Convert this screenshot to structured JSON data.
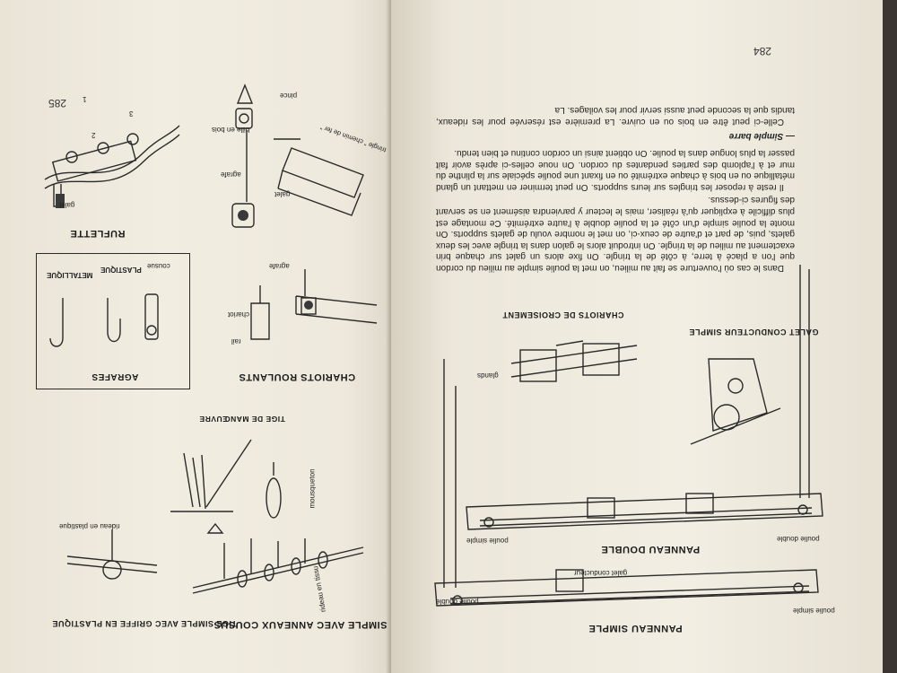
{
  "left_page": {
    "page_number": "285",
    "titles": {
      "tube_simple": "TUBE SIMPLE AVEC ANNEAUX COUSUS",
      "tige_simple": "TIGE SIMPLE AVEC GRIFFE EN PLASTIQUE",
      "tige_manoeuvre": "TIGE DE MANŒUVRE",
      "chariots_roulants": "CHARIOTS ROULANTS",
      "agrafes": "AGRAFES",
      "rufflette": "RUFLETTE"
    },
    "labels": {
      "rideau_en_tissu": "rideau en tissu",
      "rideau_en_plastique": "rideau en plastique",
      "mousqueton": "mousqueton",
      "chariot": "chariot",
      "rail": "rail",
      "agrafe": "agrafe",
      "galet": "galet",
      "bille_en_bois": "bille en bois",
      "pince": "pince",
      "tringle_chemin_de_fer": "tringle \" chemin de fer \"",
      "agrafe_cousue": "cousue",
      "agrafe_plastique": "PLASTIQUE",
      "agrafe_metallique": "METALLIQUE",
      "ruflette_galet": "galet",
      "num_1": "1",
      "num_2": "2",
      "num_3": "3"
    }
  },
  "right_page": {
    "page_number": "284",
    "titles": {
      "panneau_simple": "PANNEAU SIMPLE",
      "panneau_double": "PANNEAU DOUBLE",
      "galet_conducteur_simple": "GALET CONDUCTEUR SIMPLE",
      "chariots_croisement": "CHARIOTS DE CROISEMENT"
    },
    "labels": {
      "poulie_simple_1": "poulie simple",
      "poulie_double_1": "poulie double",
      "galet_conducteur": "galet conducteur",
      "poulie_simple_2": "poulie simple",
      "poulie_double_2": "poulie double",
      "glands": "glands"
    },
    "body": {
      "p1": "Dans le cas où l'ouverture se fait au milieu, on met la poulie simple au milieu du cordon que l'on a placé à terre, à côté de la tringle. On fixe alors un galet sur chaque brin exactement au milieu de la tringle. On introduit alors le galon dans la tringle avec les deux galets, puis, de part et d'autre de ceux-ci, on met le nombre voulu de galets supports. On monte la poulie simple d'un côté et la poulie double à l'autre extrémité. Ce montage est plus difficile à expliquer qu'à réaliser, mais le lecteur y parviendra aisément en se servant des figures ci-dessus.",
      "p2": "Il reste à reposer les tringles sur leurs supports. On peut terminer en mettant un gland métallique ou en bois à chaque extrémité ou en fixant une poulie spéciale sur la plinthe du mur et à l'aplomb des parties pendantes du cordon. On noue celles-ci après avoir fait passer la plus longue dans la poulie. On obtient ainsi un cordon continu et bien tendu.",
      "heading": "— Simple barre",
      "p3": "Celle-ci peut être en bois ou en cuivre. La première est réservée pour les rideaux, tandis que la seconde peut aussi servir pour les voilages. La"
    }
  }
}
